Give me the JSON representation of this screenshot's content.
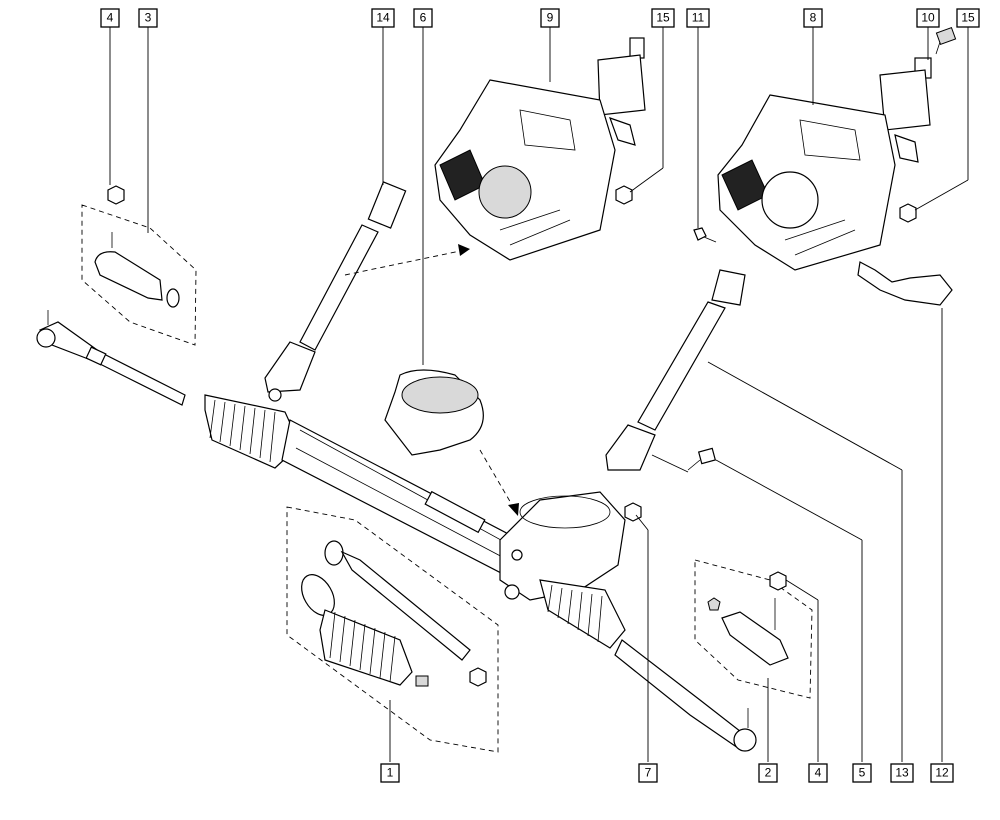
{
  "callouts": [
    {
      "id": "c4a",
      "label": "4"
    },
    {
      "id": "c3",
      "label": "3"
    },
    {
      "id": "c14",
      "label": "14"
    },
    {
      "id": "c6",
      "label": "6"
    },
    {
      "id": "c9",
      "label": "9"
    },
    {
      "id": "c15a",
      "label": "15"
    },
    {
      "id": "c11",
      "label": "11"
    },
    {
      "id": "c8",
      "label": "8"
    },
    {
      "id": "c10",
      "label": "10"
    },
    {
      "id": "c15b",
      "label": "15"
    },
    {
      "id": "c1",
      "label": "1"
    },
    {
      "id": "c7",
      "label": "7"
    },
    {
      "id": "c2",
      "label": "2"
    },
    {
      "id": "c4b",
      "label": "4"
    },
    {
      "id": "c5",
      "label": "5"
    },
    {
      "id": "c13",
      "label": "13"
    },
    {
      "id": "c12",
      "label": "12"
    }
  ]
}
